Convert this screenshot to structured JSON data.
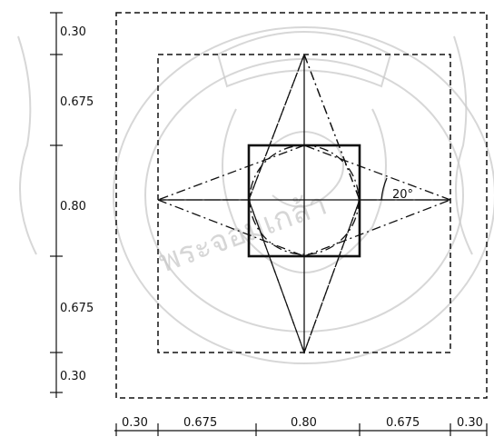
{
  "diagram": {
    "left_dimensions": [
      "0.30",
      "0.675",
      "0.80",
      "0.675",
      "0.30"
    ],
    "bottom_dimensions": [
      "0.30",
      "0.675",
      "0.80",
      "0.675",
      "0.30"
    ],
    "angle_label": "20°"
  }
}
